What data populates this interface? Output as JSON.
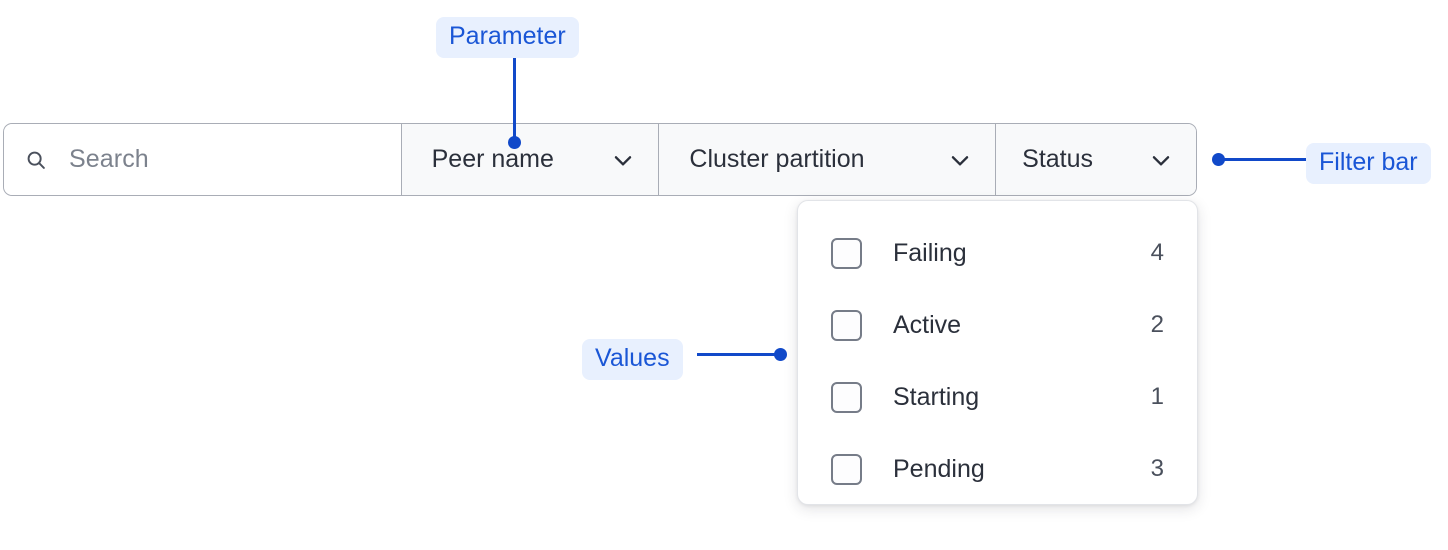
{
  "filter_bar": {
    "search": {
      "icon": "search-icon",
      "placeholder": "Search",
      "value": ""
    },
    "filters": [
      {
        "label": "Peer name",
        "icon": "chevron-down-icon"
      },
      {
        "label": "Cluster partition",
        "icon": "chevron-down-icon"
      },
      {
        "label": "Status",
        "icon": "chevron-down-icon"
      }
    ]
  },
  "dropdown": {
    "open_for": "Status",
    "options": [
      {
        "label": "Failing",
        "count": "4",
        "checked": false
      },
      {
        "label": "Active",
        "count": "2",
        "checked": false
      },
      {
        "label": "Starting",
        "count": "1",
        "checked": false
      },
      {
        "label": "Pending",
        "count": "3",
        "checked": false
      }
    ]
  },
  "annotations": [
    {
      "label": "Parameter",
      "target": "peer-name-filter"
    },
    {
      "label": "Filter bar",
      "target": "filter-bar"
    },
    {
      "label": "Values",
      "target": "dropdown-options"
    }
  ],
  "colors": {
    "accent": "#1149c9",
    "accent_text": "#1a56d6",
    "accent_pill_bg": "#e8f0fe",
    "bar_bg": "#f8f9fa",
    "bar_border": "#a9adb6",
    "text_primary": "#2b303b",
    "text_muted": "#7c828d"
  }
}
